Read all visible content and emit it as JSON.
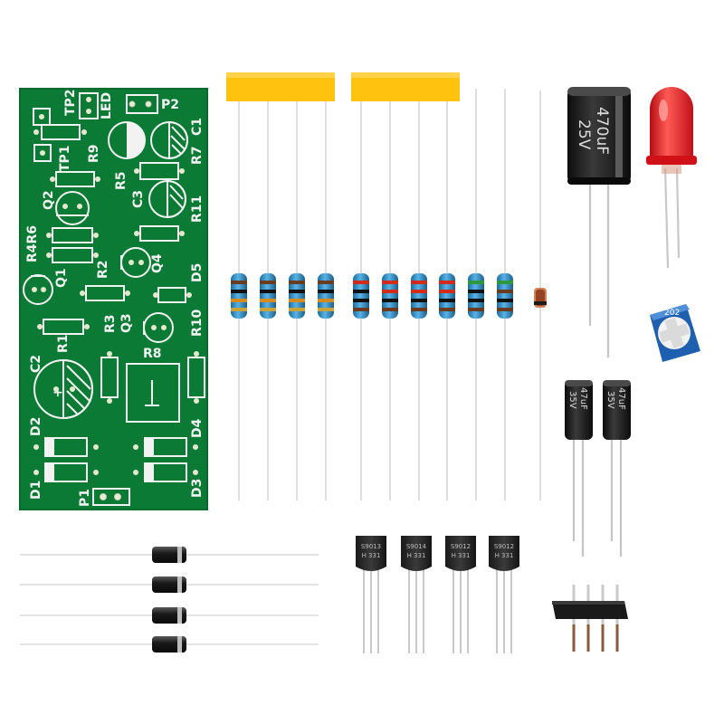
{
  "pcb": {
    "labels": {
      "tp2": "TP2",
      "led": "LED",
      "p2": "P2",
      "c1": "C1",
      "tp1": "TP1",
      "r9": "R9",
      "r7": "R7",
      "r5": "R5",
      "q2": "Q2",
      "c3": "C3",
      "r11": "R11",
      "r4r6": "R4R6",
      "q1": "Q1",
      "r2": "R2",
      "q4": "Q4",
      "d5": "D5",
      "r3": "R3",
      "q3": "Q3",
      "r10": "R10",
      "r1": "R1",
      "r8": "R8",
      "c2": "C2",
      "d2": "D2",
      "d4": "D4",
      "d1": "D1",
      "p1": "P1",
      "d3": "D3"
    }
  },
  "components": {
    "cap_large": {
      "line1": "470uF",
      "line2": "25V"
    },
    "cap_small_left": {
      "line1": "47uF",
      "line2": "35V"
    },
    "cap_small_right": {
      "line1": "47uF",
      "line2": "35V"
    },
    "trimpot": {
      "marking": "202"
    },
    "transistors": [
      {
        "line1": "S9013",
        "line2": "H 331"
      },
      {
        "line1": "S9014",
        "line2": "H 331"
      },
      {
        "line1": "S9012",
        "line2": "H 331"
      },
      {
        "line1": "S9012",
        "line2": "H 331"
      }
    ]
  },
  "colors": {
    "pcb_green": "#0a7a35",
    "silkscreen": "#f2f2f2",
    "tape_yellow": "#ffc20e",
    "resistor_body": "#2f8fc9",
    "led_red": "#e8141b",
    "pot_blue": "#1f5fb0",
    "cap_black": "#1a1a1a"
  }
}
